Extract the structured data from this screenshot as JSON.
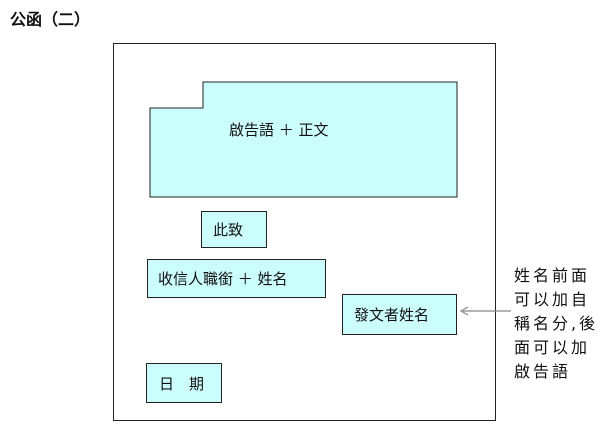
{
  "title": "公函（二）",
  "diagram": {
    "main_text": "啟告語 ＋ 正文",
    "closing": "此致",
    "recipient": "收信人職銜 ＋ 姓名",
    "sender": "發文者姓名",
    "date": "日　期",
    "note_lines": [
      "姓名前面",
      "可以加自",
      "稱名分,後",
      "面可以加",
      "啟告語"
    ],
    "colors": {
      "box_fill": "#ccfdfd",
      "border": "#222222",
      "arrow": "#888888"
    }
  }
}
